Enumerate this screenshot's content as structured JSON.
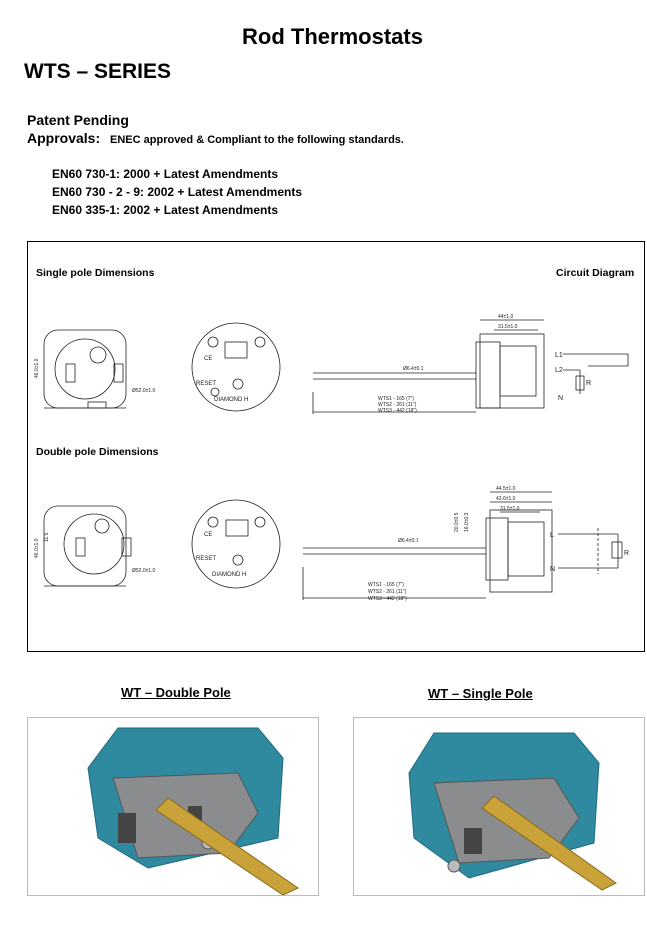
{
  "header": {
    "title": "Rod Thermostats",
    "series": "WTS – SERIES",
    "patent": "Patent Pending",
    "approvals_label": "Approvals:",
    "approvals_text": "ENEC approved & Compliant to the following standards."
  },
  "standards": [
    "EN60 730-1: 2000 + Latest Amendments",
    "EN60 730 - 2 - 9: 2002 + Latest Amendments",
    "EN60 335-1: 2002 + Latest Amendments"
  ],
  "diagram": {
    "single_pole_label": "Single pole Dimensions",
    "double_pole_label": "Double pole Dimensions",
    "circuit_label": "Circuit Diagram",
    "sp_dims": {
      "d1": "44±1.0",
      "d2": "31.5±1.0",
      "od": "Ø6.4±0.1",
      "r": "Ø52.0±1.0",
      "h": "46.0±1.0",
      "l1": "WTS1 - 165 (7\")",
      "l2": "WTS2 - 261 (11\")",
      "l3": "WTS3 - 442 (18\")"
    },
    "dp_dims": {
      "d0": "44.5±1.0",
      "d1": "43.6±1.0",
      "d2": "31.5±1.0",
      "od": "Ø6.4±0.1",
      "r": "Ø52.0±1.0",
      "h": "46.0±1.0",
      "h2": "11.5",
      "v1": "20.0±0.5",
      "v2": "16.0±0.3",
      "l1": "WTS1 - 165 (7\")",
      "l2": "WTS2 - 261 (11\")",
      "l3": "WTS3 - 442 (18\")"
    },
    "dial": {
      "reset": "RESET",
      "brand": "DIAMOND H",
      "ce": "CE"
    },
    "circuit_sp": {
      "l1": "L1",
      "l2": "L2",
      "n": "N",
      "r": "R"
    },
    "circuit_dp": {
      "l": "L",
      "n": "N",
      "r": "R"
    }
  },
  "photos": {
    "double_caption": "WT – Double Pole",
    "single_caption": "WT – Single Pole"
  },
  "colors": {
    "housing_teal": "#2f8aa0",
    "rod_brass": "#c9a23a",
    "plate_grey": "#8a8c8e"
  }
}
